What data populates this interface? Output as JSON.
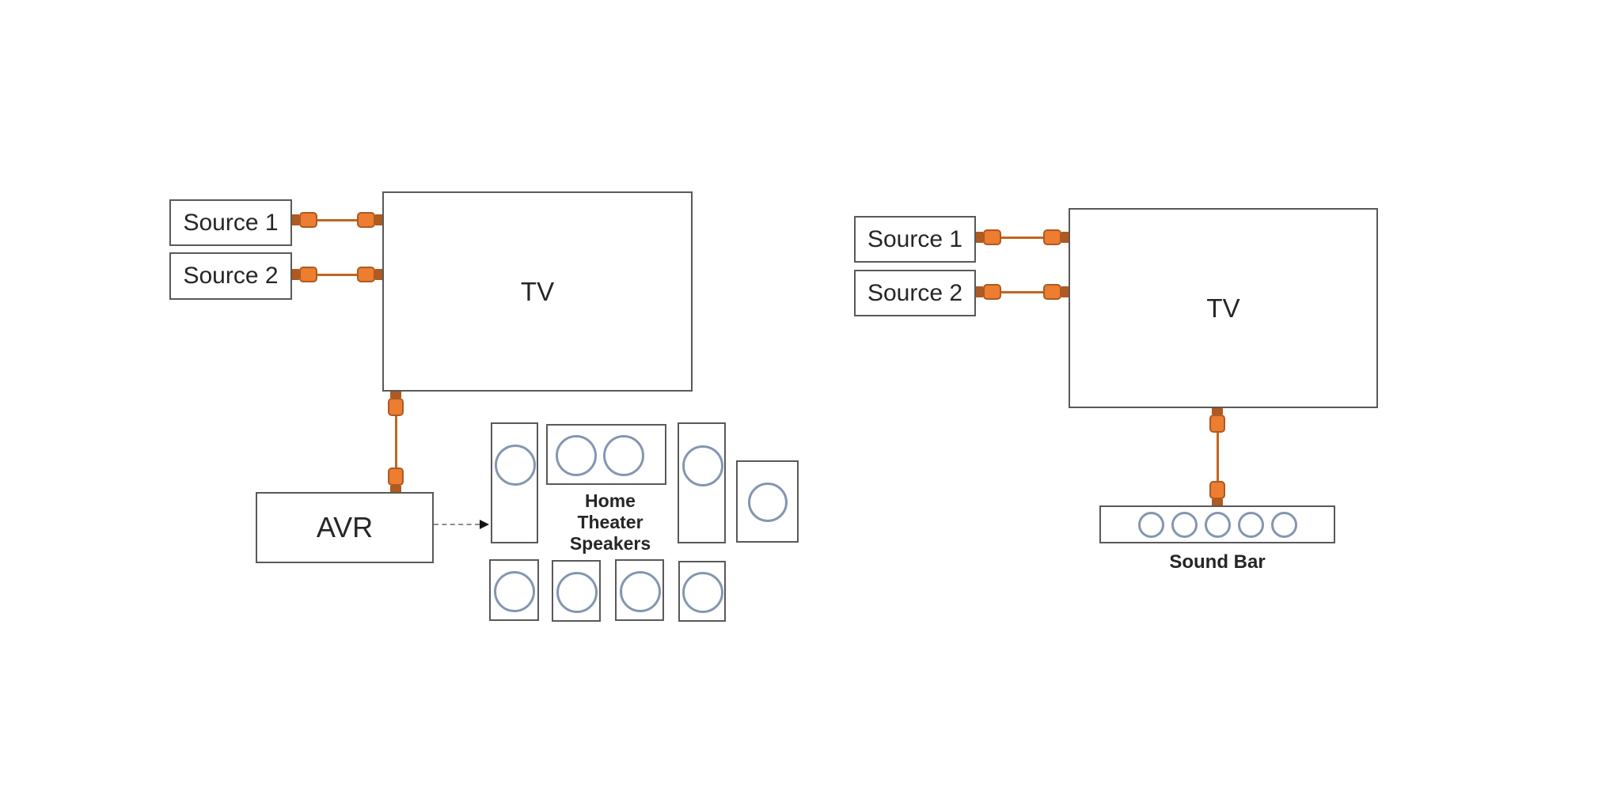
{
  "colors": {
    "box-border": "#595959",
    "speaker-cone": "#8496B0",
    "hdmi-plug": "#ED7D31",
    "hdmi-dark": "#AE5A21",
    "hdmi-wire": "#C4651F",
    "text": "#262626"
  },
  "left_diagram": {
    "source1_label": "Source 1",
    "source2_label": "Source 2",
    "tv_label": "TV",
    "avr_label": "AVR",
    "speakers_label": [
      "Home",
      "Theater",
      "Speakers"
    ]
  },
  "right_diagram": {
    "source1_label": "Source 1",
    "source2_label": "Source 2",
    "tv_label": "TV",
    "soundbar_label": "Sound Bar"
  }
}
